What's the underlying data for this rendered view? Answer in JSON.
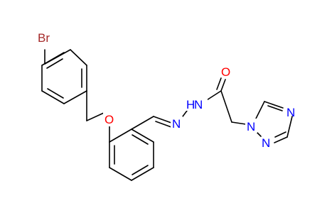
{
  "structure": {
    "atoms": {
      "br": "Br",
      "o_ether": "O",
      "n_imine": "N",
      "nh": "N",
      "h": "H",
      "o_carbonyl": "O",
      "n1_triazole": "N",
      "n2_triazole": "N",
      "n4_triazole": "N"
    }
  },
  "colors": {
    "bond": "#000000",
    "label_default": "#000000",
    "label_nitrogen": "#0000ff",
    "label_oxygen": "#ff0000",
    "label_bromine": "#a52a2a"
  }
}
